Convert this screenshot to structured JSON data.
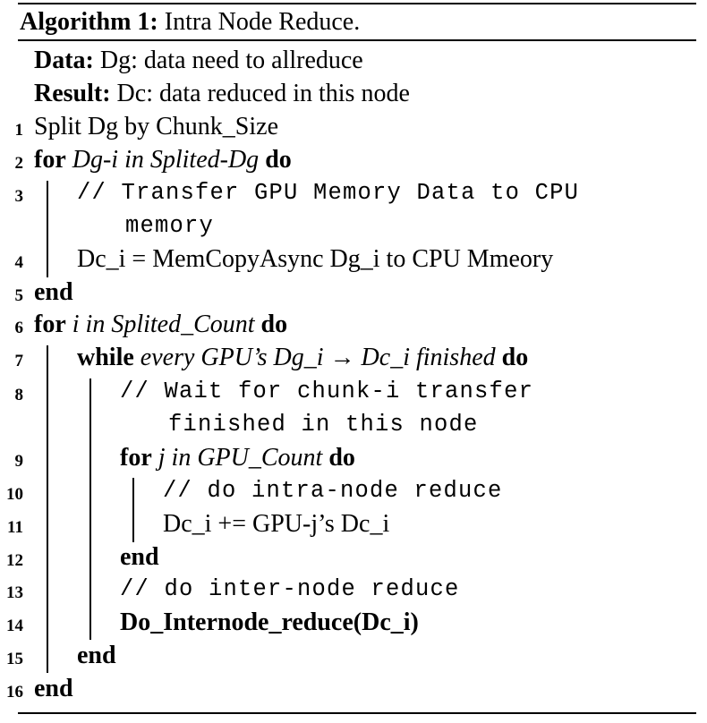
{
  "algorithm": {
    "label": "Algorithm 1:",
    "title": "Intra Node Reduce."
  },
  "io": {
    "data_label": "Data:",
    "data_text": "Dg: data need to allreduce",
    "result_label": "Result:",
    "result_text": "Dc: data reduced in this node"
  },
  "line_numbers": [
    "1",
    "2",
    "3",
    "4",
    "5",
    "6",
    "7",
    "8",
    "9",
    "10",
    "11",
    "12",
    "13",
    "14",
    "15",
    "16"
  ],
  "lines": {
    "l1": "Split Dg by Chunk_Size",
    "l2_kw_for": "for",
    "l2_cond": "Dg-i in Splited-Dg",
    "l2_kw_do": "do",
    "l3_comment_a": "// Transfer GPU Memory Data to CPU",
    "l3_comment_b": "memory",
    "l4": "Dc_i = MemCopyAsync Dg_i to CPU Mmeory",
    "l5_end": "end",
    "l6_kw_for": "for",
    "l6_cond": "i in Splited_Count",
    "l6_kw_do": "do",
    "l7_kw_while": "while",
    "l7_cond": "every GPU’s Dg_i → Dc_i finished",
    "l7_kw_do": "do",
    "l8_comment_a": "// Wait for chunk-i transfer",
    "l8_comment_b": "finished in this node",
    "l9_kw_for": "for",
    "l9_cond": "j in GPU_Count",
    "l9_kw_do": "do",
    "l10_comment": "// do intra-node reduce",
    "l11": "Dc_i += GPU-j’s Dc_i",
    "l12_end": "end",
    "l13_comment": "// do inter-node reduce",
    "l14": "Do_Internode_reduce(Dc_i)",
    "l15_end": "end",
    "l16_end": "end"
  }
}
